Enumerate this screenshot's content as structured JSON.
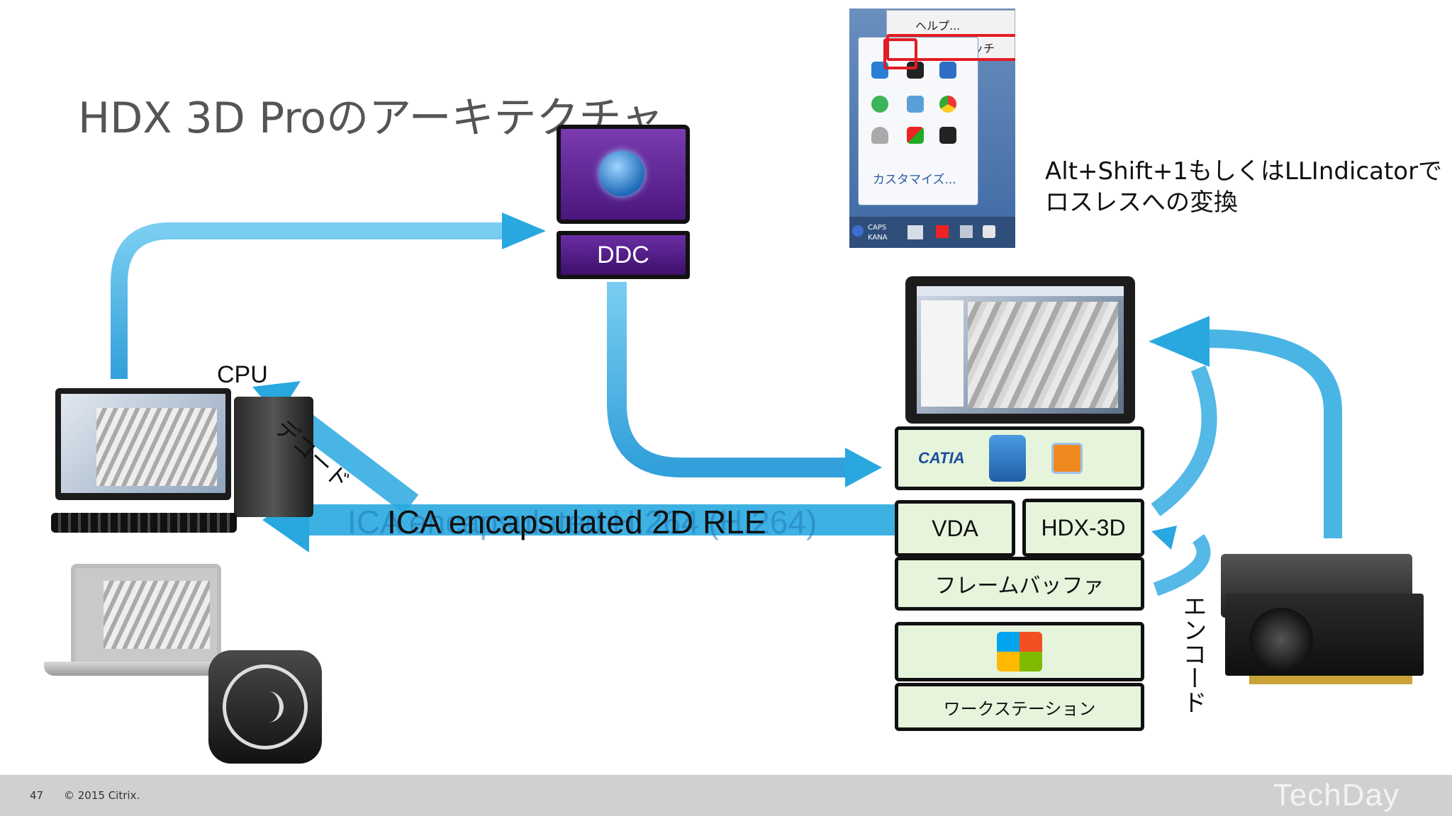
{
  "slide": {
    "title": "HDX 3D Proのアーキテクチャ",
    "page_number": "47",
    "copyright": "© 2015 Citrix.",
    "brand": "TechDay"
  },
  "nodes": {
    "ddc": "DDC",
    "cpu": "CPU",
    "vda": "VDA",
    "hdx3d": "HDX-3D",
    "framebuffer": "フレームバッファ",
    "workstation": "ワークステーション",
    "catia": "CATIA"
  },
  "edges": {
    "decode": "デコード",
    "encode": "エンコード",
    "ica_stream": "ICA encapsulated 2D RLE",
    "ica_stream_behind": "ICA encapsulated H.264 (H.264)"
  },
  "tray": {
    "menu_help": "ヘルプ...",
    "menu_lossless": "無損失スイッチ",
    "customize": "カスタマイズ...",
    "caps": "CAPS",
    "kana": "KANA"
  },
  "note": {
    "line1": "Alt+Shift+1もしくはLLIndicatorで",
    "line2": "ロスレスへの変換"
  },
  "colors": {
    "arrow": "#29a8e0",
    "ddc": "#5a1f91",
    "box_fill": "#e6f4dc",
    "highlight": "#e31b23"
  }
}
